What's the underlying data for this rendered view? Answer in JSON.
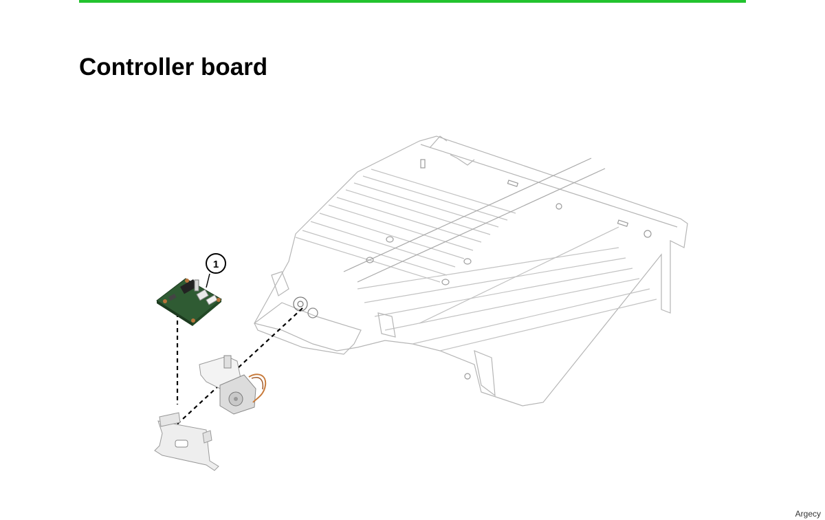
{
  "page": {
    "title": "Controller board",
    "footer_brand": "Argecy",
    "accent_color": "#22c32e"
  },
  "diagram": {
    "callouts": [
      {
        "label": "1"
      }
    ],
    "parts": [
      "controller-board",
      "motor",
      "mounting-bracket",
      "duplex-unit"
    ]
  }
}
